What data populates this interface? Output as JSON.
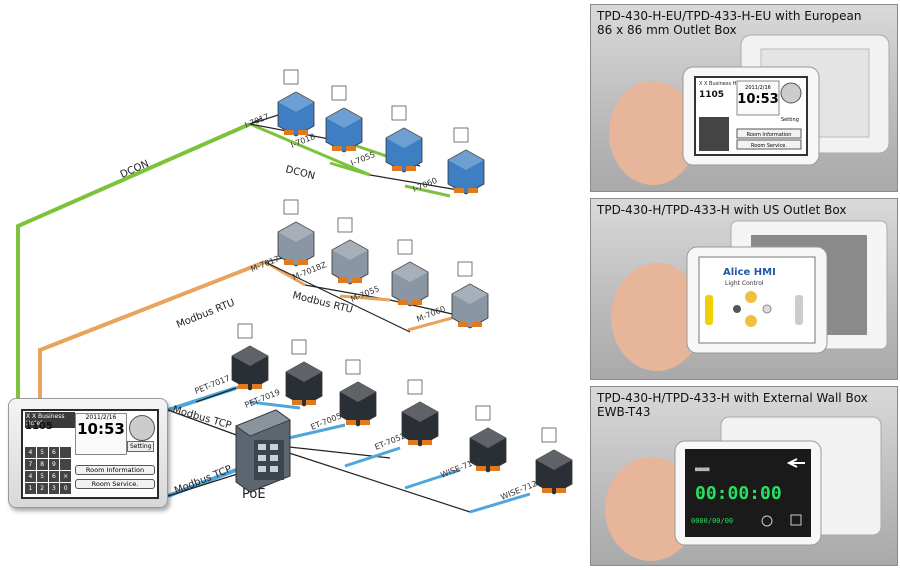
{
  "buses": {
    "dcon_top": "DCON",
    "dcon_mid": "DCON",
    "rtu_left": "Modbus RTU",
    "rtu_mid": "Modbus RTU",
    "tcp_upper": "Modbus TCP",
    "tcp_lower": "Modbus TCP",
    "poe": "PoE"
  },
  "dcon_modules": [
    "I-7017",
    "I-7018",
    "I-7055",
    "I-7060"
  ],
  "rtu_modules": [
    "M-7017",
    "M-7018Z",
    "M-7055",
    "M-7060"
  ],
  "tcp_modules": [
    "PET-7017",
    "PET-7019",
    "ET-7005",
    "ET-7052",
    "WISE-7118Z",
    "WISE-7126"
  ],
  "hmi": {
    "hotel": "X X Business Hotel",
    "room": "1105",
    "date": "2011/2/16",
    "time": "10:53",
    "setting": "Setting",
    "room_info": "Room Information",
    "room_service": "Room Service.",
    "keys": [
      "4",
      "5",
      "6",
      "",
      "7",
      "8",
      "9",
      "",
      "4",
      "5",
      "6",
      "×",
      "1",
      "2",
      "3",
      "0"
    ]
  },
  "panels": [
    {
      "line1": "TPD-430-H-EU/TPD-433-H-EU with European",
      "line2": "86 x 86 mm Outlet Box"
    },
    {
      "line1": "TPD-430-H/TPD-433-H with US Outlet Box",
      "line2": ""
    },
    {
      "line1": "TPD-430-H/TPD-433-H with External Wall Box",
      "line2": "EWB-T43"
    }
  ],
  "panel1_screen": {
    "hotel": "X X Business Hotel",
    "room": "1105",
    "date": "2011/2/16",
    "time": "10:53",
    "setting": "Setting",
    "room_info": "Room Information",
    "room_service": "Room Service."
  },
  "panel2_screen": {
    "brand": "Alice HMI",
    "subtitle": "Light Control"
  },
  "panel3_screen": {
    "timer": "00:00:00",
    "timer_small": "0000/00/00"
  },
  "colors": {
    "dcon_line": "#7cc23a",
    "rtu_line": "#e8a35c",
    "tcp_line": "#4ea6dc",
    "wire": "#222222"
  }
}
